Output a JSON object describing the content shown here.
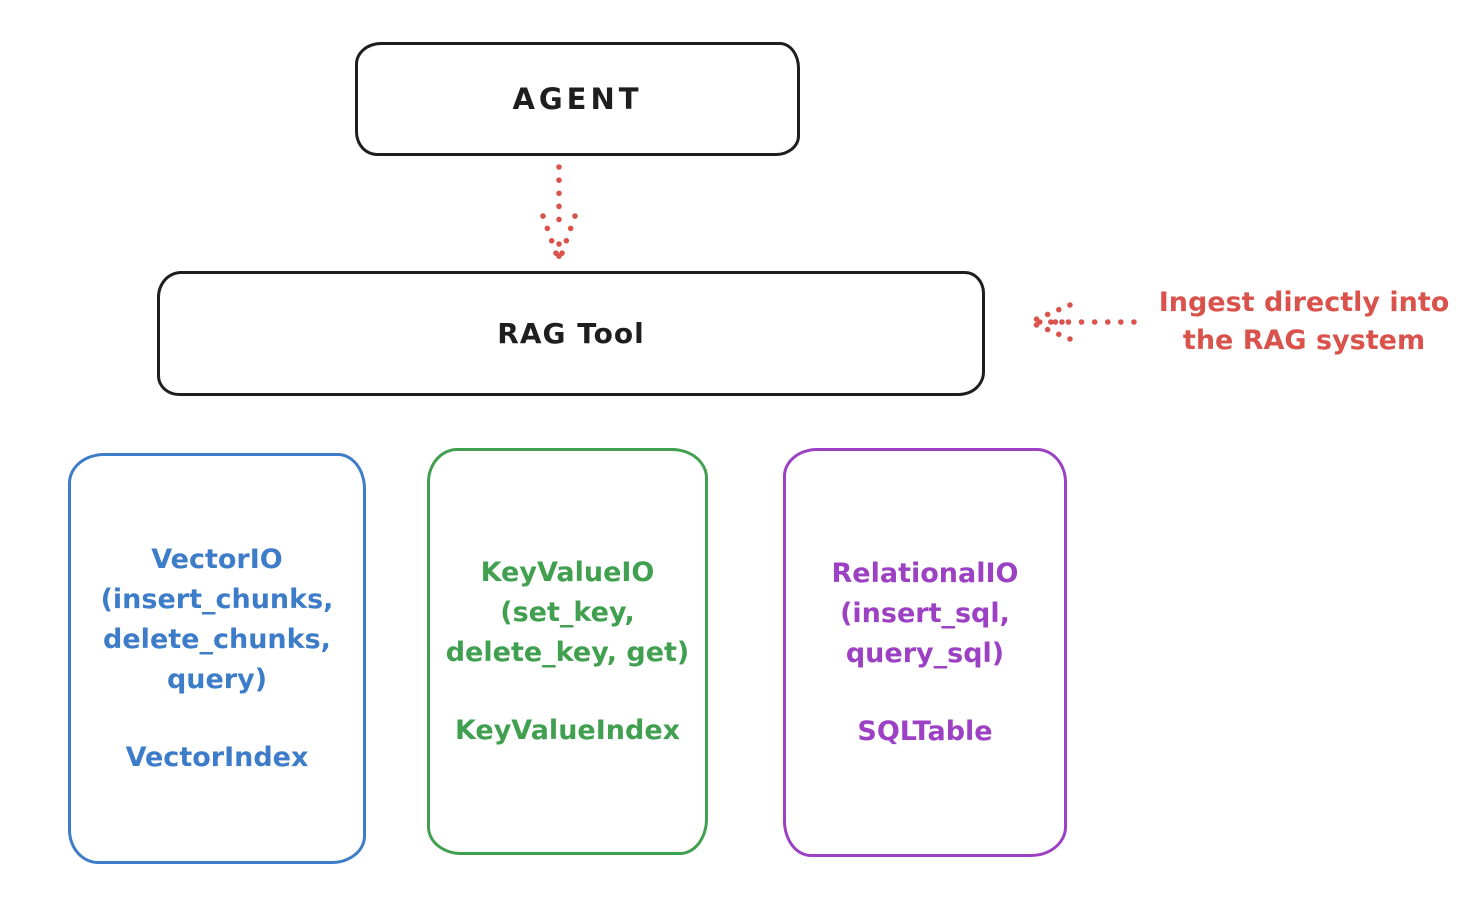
{
  "diagram": {
    "title_hint": "RAG tool architecture sketch",
    "agent": {
      "label": "AGENT"
    },
    "rag_tool": {
      "label": "RAG Tool"
    },
    "annotation": {
      "line1": "Ingest directly into",
      "line2": "the RAG system"
    },
    "arrows": [
      {
        "name": "agent-to-rag-tool",
        "style": "dotted",
        "color": "#d9534c",
        "direction": "down"
      },
      {
        "name": "annotation-to-rag-tool",
        "style": "dotted",
        "color": "#d9534c",
        "direction": "left"
      }
    ],
    "io_boxes": [
      {
        "name": "vector-io",
        "color": "#3d7cc9",
        "lines": [
          "VectorIO",
          "(insert_chunks,",
          "delete_chunks,",
          "query)"
        ],
        "index_label": "VectorIndex"
      },
      {
        "name": "keyvalue-io",
        "color": "#41a050",
        "lines": [
          "KeyValueIO",
          "(set_key,",
          "delete_key, get)"
        ],
        "index_label": "KeyValueIndex"
      },
      {
        "name": "relational-io",
        "color": "#9d41c4",
        "lines": [
          "RelationalIO",
          "(insert_sql,",
          "query_sql)"
        ],
        "index_label": "SQLTable"
      }
    ],
    "colors": {
      "stroke_black": "#1e1e1e",
      "accent_red": "#d9534c",
      "vector_blue": "#3d7cc9",
      "keyvalue_green": "#41a050",
      "relational_purple": "#9d41c4",
      "background": "#ffffff"
    }
  }
}
